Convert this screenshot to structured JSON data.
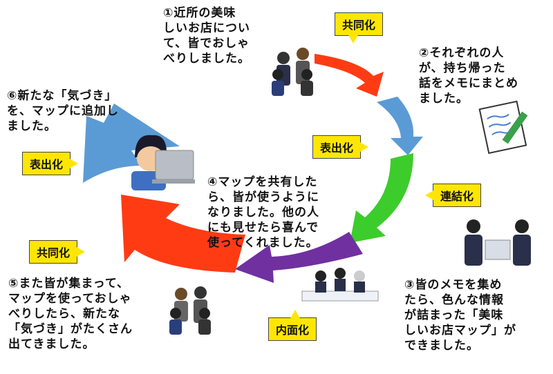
{
  "steps": {
    "s1": "①近所の美味\nしいお店につい\nて、皆でおしゃ\nべりしました。",
    "s2": "②それぞれの人\nが、持ち帰った\n話をメモにまとめ\nました。",
    "s3": "③皆のメモを集め\nたら、色んな情報\nが詰まった「美味\nしいお店マップ」が\nできました。",
    "s4": "④マップを共有した\nら、皆が使うように\nなりました。他の人\nにも見せたら喜んで\n使ってくれました。",
    "s5": "⑤また皆が集まって、\nマップを使っておしゃ\nべりしたら、新たな\n「気づき」がたくさん\n出てきました。",
    "s6": "⑥新たな「気づき」\nを、マップに追加し\nました。"
  },
  "tags": {
    "socialization_top": "共同化",
    "externalization_right": "表出化",
    "combination": "連結化",
    "internalization": "内面化",
    "socialization_left": "共同化",
    "externalization_left": "表出化"
  },
  "colors": {
    "red": "#ff3b14",
    "blue": "#5b9bd5",
    "green": "#3ccc2c",
    "purple": "#7030a0",
    "tag_fill": "#ffe600"
  },
  "icons": [
    "people-chatting-icon",
    "memo-pencil-icon",
    "puzzle-people-icon",
    "meeting-people-icon",
    "person-laptop-icon"
  ]
}
